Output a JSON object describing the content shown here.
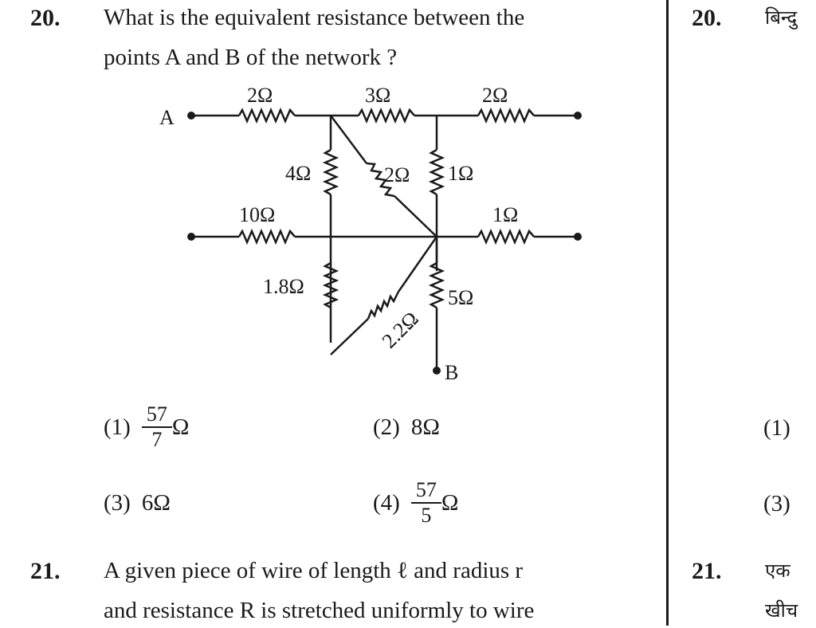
{
  "q20": {
    "number": "20.",
    "line1": "What is the equivalent resistance between the",
    "line2": "points A and B of the network ?",
    "circuit": {
      "node_A": "A",
      "node_B": "B",
      "top_r1": "2Ω",
      "top_r2": "3Ω",
      "top_r3": "2Ω",
      "left_vertical": "4Ω",
      "diagonal_upper": "2Ω",
      "right_vertical": "1Ω",
      "mid_left": "10Ω",
      "mid_right": "1Ω",
      "lower_left_vertical": "1.8Ω",
      "diagonal_lower": "2.2Ω",
      "lower_right_vertical": "5Ω"
    },
    "options": [
      {
        "label": "(1)",
        "num": "57",
        "den": "7",
        "unit": "Ω"
      },
      {
        "label": "(2)",
        "value": "8Ω"
      },
      {
        "label": "(3)",
        "value": "6Ω"
      },
      {
        "label": "(4)",
        "num": "57",
        "den": "5",
        "unit": "Ω"
      }
    ]
  },
  "q21": {
    "number": "21.",
    "line1": "A given piece of wire of length ℓ and radius r",
    "line2": "and resistance R is stretched uniformly to wire"
  },
  "hindi": {
    "q20_number": "20.",
    "q20_text": "बिन्दु",
    "opt1": "(1)",
    "opt3": "(3)",
    "q21_number": "21.",
    "q21_text": "एक",
    "q21_line2": "खीच"
  }
}
